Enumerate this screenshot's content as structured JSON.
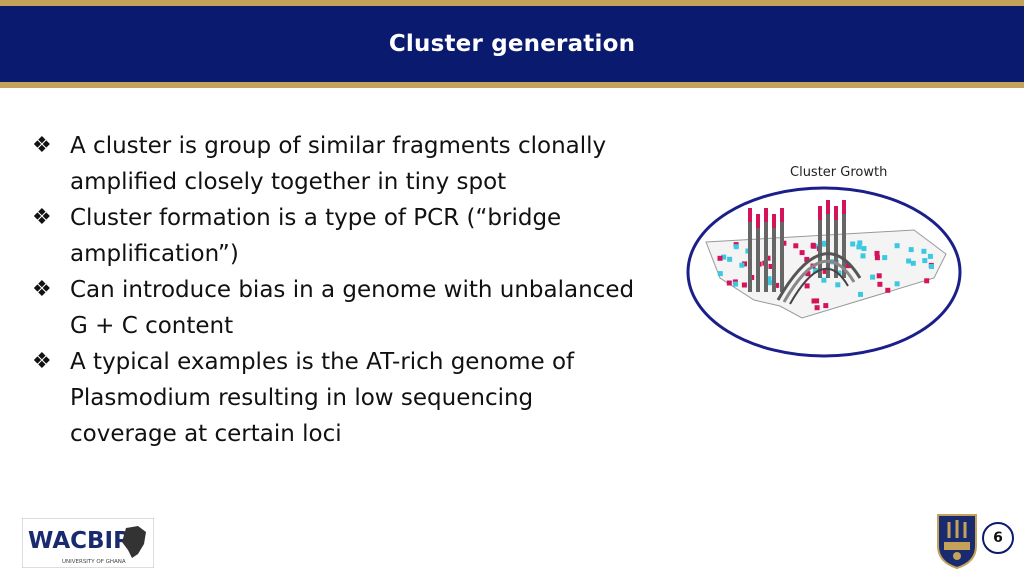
{
  "header": {
    "title": "Cluster generation"
  },
  "bullets": [
    {
      "glyph": "❖",
      "text": "A cluster is group of similar fragments clonally amplified closely together in tiny spot"
    },
    {
      "glyph": "❖",
      "text": "Cluster formation is a type of PCR (“bridge amplification”)"
    },
    {
      "glyph": "❖",
      "text": "Can introduce bias in a genome with unbalanced G + C content"
    },
    {
      "glyph": "❖",
      "text": "A typical examples is the AT-rich genome of Plasmodium resulting in low sequencing coverage at certain loci"
    }
  ],
  "figure": {
    "caption": "Cluster Growth"
  },
  "footer": {
    "logo_text": "WACBIP",
    "logo_subtext": "UNIVERSITY OF GHANA",
    "page_number": "6"
  },
  "colors": {
    "header_bg": "#0a1a6e",
    "gold": "#c4a25a",
    "magenta": "#d4145a",
    "cyan": "#3cc8e0",
    "ellipse": "#1a1f8a"
  }
}
